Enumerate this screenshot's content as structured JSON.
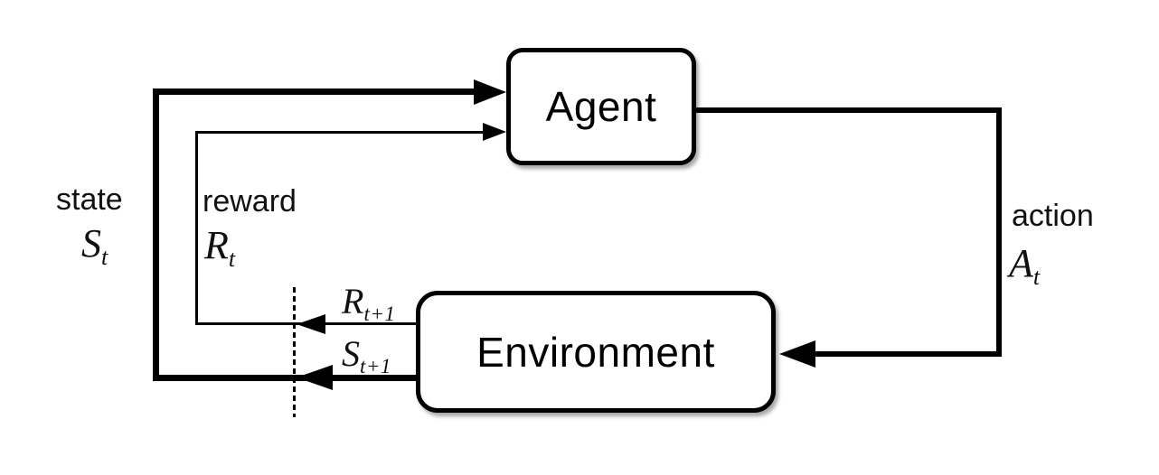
{
  "figure": {
    "background_color": "#ffffff",
    "ink_color": "#000000",
    "nodes": {
      "agent": "Agent",
      "environment": "Environment"
    },
    "labels": {
      "state_word": "state",
      "state_base": "S",
      "state_sub": "t",
      "reward_word": "reward",
      "reward_base": "R",
      "reward_sub": "t",
      "action_word": "action",
      "action_base": "A",
      "action_sub": "t",
      "next_reward_base": "R",
      "next_reward_sub": "t+1",
      "next_state_base": "S",
      "next_state_sub": "t+1"
    }
  }
}
